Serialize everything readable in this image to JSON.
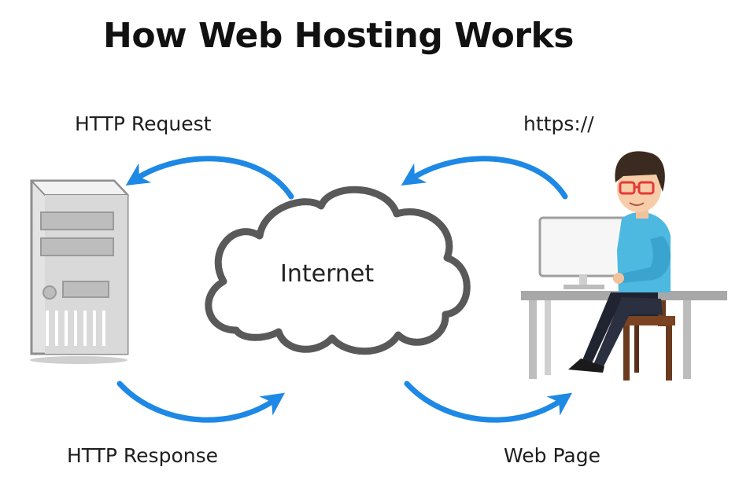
{
  "title": "How Web Hosting Works",
  "labels": {
    "http_request": "HTTP Request",
    "https": "https://",
    "http_response": "HTTP Response",
    "web_page": "Web Page"
  },
  "cloud": {
    "label": "Internet"
  },
  "colors": {
    "arrow": "#1e88e5",
    "cloud_stroke": "#555555",
    "server_body": "#e6e6e6",
    "shirt": "#4db8e0",
    "hair": "#3a2a20",
    "glasses": "#e53935",
    "chair": "#6b3b1f",
    "desk": "#9a9a9a"
  },
  "icons": [
    "server-icon",
    "cloud-icon",
    "user-at-computer-icon"
  ]
}
